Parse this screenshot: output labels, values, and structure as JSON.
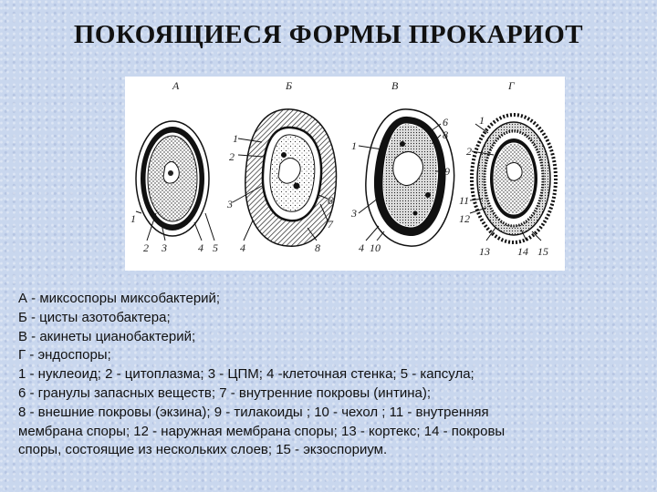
{
  "title": "ПОКОЯЩИЕСЯ ФОРМЫ ПРОКАРИОТ",
  "figure": {
    "panel_letters": [
      "А",
      "Б",
      "В",
      "Г"
    ],
    "panel_a_numbers": [
      "1",
      "2",
      "3",
      "4",
      "5"
    ],
    "panel_b_numbers": [
      "1",
      "2",
      "3",
      "4",
      "6",
      "7",
      "8"
    ],
    "panel_c_numbers": [
      "1",
      "3",
      "4",
      "6",
      "8",
      "9",
      "10"
    ],
    "panel_d_numbers": [
      "1",
      "2",
      "11",
      "12",
      "13",
      "14",
      "15"
    ]
  },
  "caption": {
    "lines": [
      "А - миксоспоры миксобактерий;",
      "Б - цисты азотобактера;",
      "В - акинеты цианобактерий;",
      "Г - эндоспоры;",
      "1 - нуклеоид; 2 - цитоплазма; 3 - ЦПМ; 4 -клеточная стенка; 5 - капсула;",
      "6 - гранулы запасных веществ; 7 - внутренние покровы (интина);",
      "8 - внешние покровы (экзина); 9 - тилакоиды ; 10 - чехол ; 11 - внутренняя",
      "мембрана споры; 12 - наружная мембрана споры; 13 - кортекс; 14 - покровы",
      "споры, состоящие из нескольких слоев; 15 - экзоспориум."
    ]
  }
}
